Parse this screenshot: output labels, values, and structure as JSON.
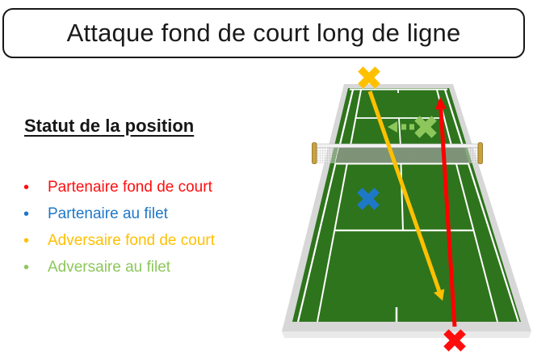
{
  "slide": {
    "title": "Attaque fond de court long de ligne",
    "background_color": "#FFFFFF"
  },
  "legend": {
    "heading": "Statut de la position",
    "bullet_glyph": "•",
    "items": [
      {
        "label": "Partenaire fond de court",
        "color": "#FF0D0D"
      },
      {
        "label": "Partenaire au filet",
        "color": "#1E78C8"
      },
      {
        "label": "Adversaire fond de court",
        "color": "#FFC000"
      },
      {
        "label": "Adversaire au filet",
        "color": "#8DC75C"
      }
    ]
  },
  "court": {
    "surface_color": "#2E741C",
    "net_shadow_color": "#1B4710",
    "line_color": "#FFFFFF",
    "apron_color": "#D7D7D7",
    "apron_front_color": "#E9E9E9",
    "net_band_color": "#F2F2F2",
    "post_color": "#C8A23C"
  },
  "markers": {
    "adversaire_fond_de_court": {
      "color": "#FFC000"
    },
    "adversaire_au_filet": {
      "color": "#8DC75C"
    },
    "partenaire_au_filet": {
      "color": "#1E78C8"
    },
    "partenaire_fond_de_court": {
      "color": "#FF0D0D"
    }
  },
  "arrows": {
    "yellow_attack_long_line": {
      "color": "#FFC000"
    },
    "red_shot_down_line": {
      "color": "#FF0000"
    },
    "green_net_player_shift": {
      "color": "#8DC75C"
    }
  }
}
